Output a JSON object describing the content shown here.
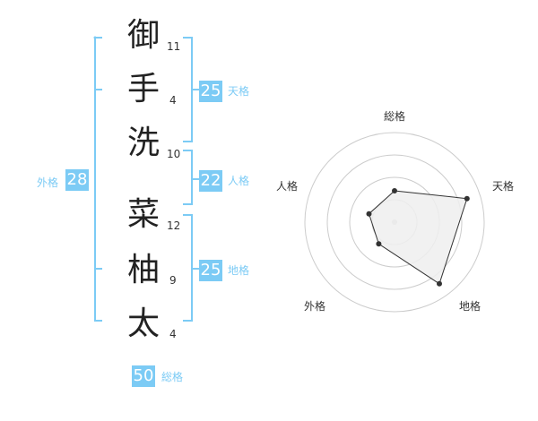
{
  "name": {
    "chars": [
      {
        "char": "御",
        "strokes": "11"
      },
      {
        "char": "手",
        "strokes": "4"
      },
      {
        "char": "洗",
        "strokes": "10"
      },
      {
        "char": "菜",
        "strokes": "12"
      },
      {
        "char": "柚",
        "strokes": "9"
      },
      {
        "char": "太",
        "strokes": "4"
      }
    ]
  },
  "fortune": {
    "tenkaku": {
      "value": "25",
      "label": "天格"
    },
    "jinkaku": {
      "value": "22",
      "label": "人格"
    },
    "chikaku": {
      "value": "25",
      "label": "地格"
    },
    "gaikaku": {
      "value": "28",
      "label": "外格"
    },
    "soukaku": {
      "value": "50",
      "label": "総格"
    }
  },
  "radar": {
    "labels": {
      "top": "総格",
      "right_top": "天格",
      "right_bottom": "地格",
      "left_bottom": "外格",
      "left_top": "人格"
    },
    "levels": {
      "soukaku": 0.35,
      "tenkaku": 0.85,
      "chikaku": 0.85,
      "gaikaku": 0.3,
      "jinkaku": 0.3
    }
  },
  "colors": {
    "accent": "#7ccbf5",
    "line": "#333333",
    "ring": "#cccccc"
  }
}
